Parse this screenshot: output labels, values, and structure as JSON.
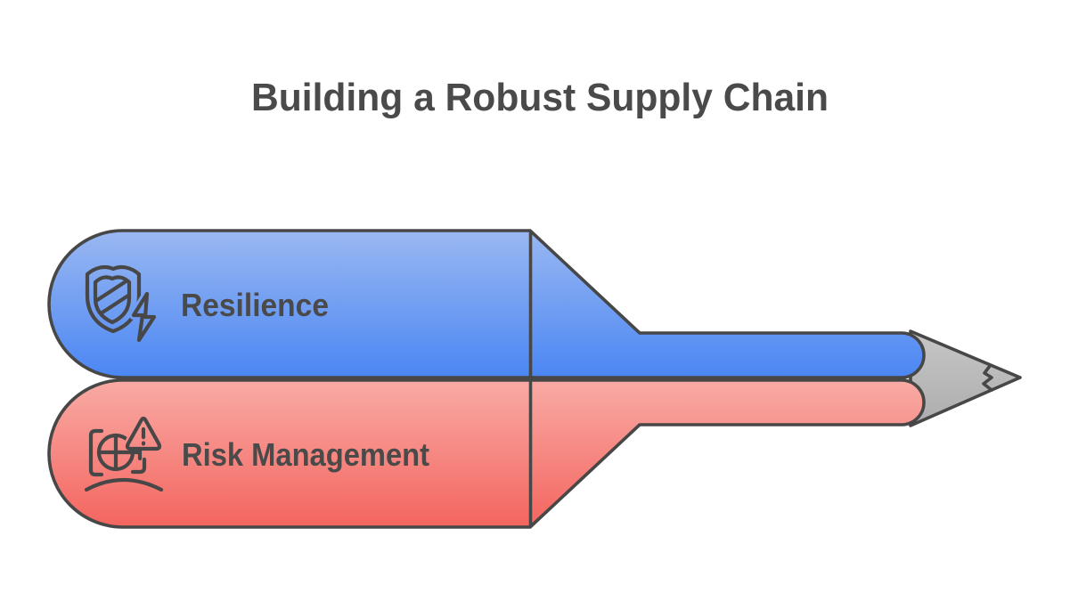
{
  "title": "Building a Robust Supply Chain",
  "segments": [
    {
      "label": "Resilience",
      "icon": "shield-lightning-icon"
    },
    {
      "label": "Risk Management",
      "icon": "globe-warning-icon"
    }
  ],
  "pencil": {
    "tip_part": "pencil tip",
    "zigzag_part": "graphite zigzag"
  },
  "colors": {
    "text": "#4A4A4A",
    "outline": "#474747",
    "icon_stroke": "#474747",
    "blue_top": "#9AB8F2",
    "blue_bottom": "#4A86F3",
    "red_top": "#F9ABA5",
    "red_bottom": "#F4655F",
    "tip_top": "#C6C6C6",
    "tip_bottom": "#ADADAD"
  }
}
